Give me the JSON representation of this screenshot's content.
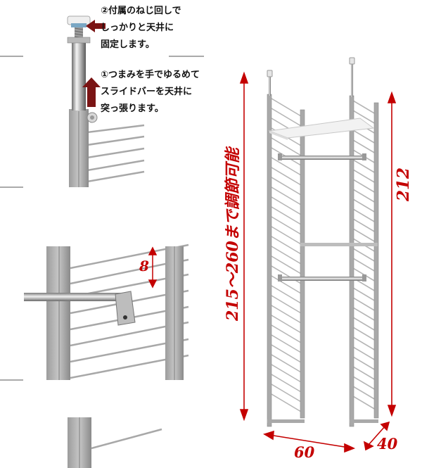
{
  "notes": {
    "step2": [
      "②付属のねじ回しで",
      "しっかりと天井に",
      "固定します。"
    ],
    "step1": [
      "①つまみを手でゆるめて",
      "スライドバーを天井に",
      "突っ張ります。"
    ]
  },
  "dimensions": {
    "bar_pitch": "8",
    "total_height": "212",
    "adjustable_range": "215～260まで調節可能",
    "width": "60",
    "depth": "40"
  },
  "colors": {
    "dimension_red": "#c40000",
    "arrow_maroon": "#7a1414",
    "frame_grey": "#a9a9a9",
    "shelf_white": "#f2f2f2"
  }
}
